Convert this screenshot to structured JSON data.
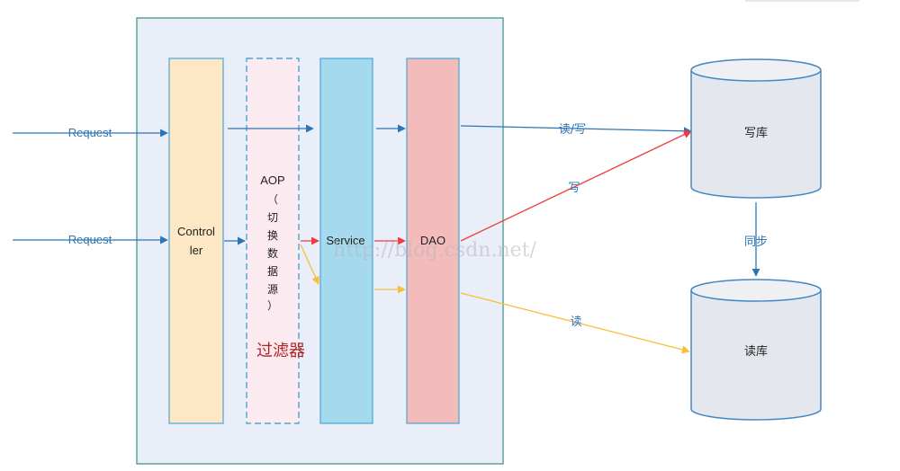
{
  "layers": {
    "controller": {
      "label_line1": "Control",
      "label_line2": "ler"
    },
    "filter": {
      "aop": "AOP",
      "paren_open": "（",
      "chars": [
        "切",
        "换",
        "数",
        "据",
        "源"
      ],
      "paren_close": "）",
      "caption": "过滤器"
    },
    "service": {
      "label": "Service"
    },
    "dao": {
      "label": "DAO"
    }
  },
  "requests": [
    "Request",
    "Request"
  ],
  "databases": {
    "write": {
      "label": "写库"
    },
    "read": {
      "label": "读库"
    }
  },
  "edges": {
    "read_write": "读/写",
    "write": "写",
    "read": "读",
    "sync": "同步"
  },
  "watermark": "http://blog.csdn.net/",
  "colors": {
    "container_fill": "#e9eef8",
    "container_stroke": "#5aa39a",
    "controller_fill": "#fde7c4",
    "filter_fill": "#fbeaf0",
    "filter_stroke": "#4aa7d6",
    "service_fill": "#a5d9ee",
    "dao_fill": "#f4bbbb",
    "blue_arrow": "#2e75b6",
    "red_arrow": "#f03c3c",
    "yellow_arrow": "#f7c03a",
    "db_fill": "#e4e7ed",
    "db_stroke": "#4287c5",
    "caption_red": "#b22222"
  }
}
